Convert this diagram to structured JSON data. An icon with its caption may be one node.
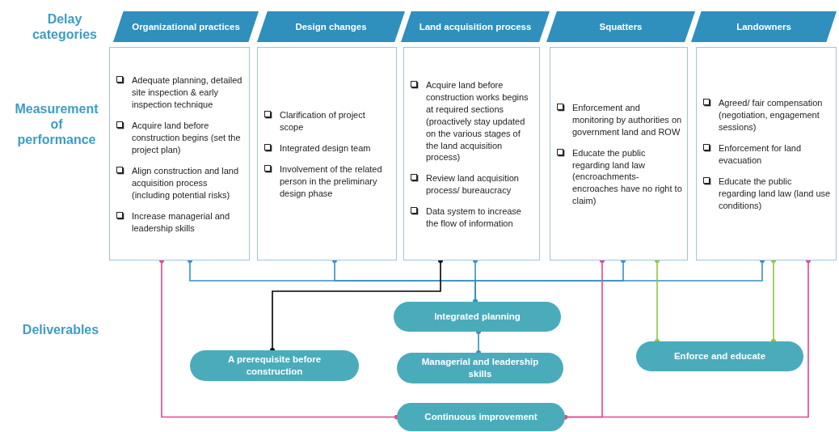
{
  "diagram": {
    "nodes": [
      {
        "text": [
          "Organizational practices"
        ]
      },
      {
        "text": [
          "Design changes"
        ]
      },
      {
        "text": [
          "Land acquisition process"
        ]
      },
      {
        "text": [
          "Squatters"
        ]
      },
      {
        "text": [
          "Landowners"
        ]
      },
      {
        "text": [
          "Adequate planning, detailed site inspection & early inspection technique",
          "Acquire land before construction begins (set the project plan)",
          "Align construction and land acquisition process (including potential risks)",
          "Increase managerial and leadership skills"
        ]
      },
      {
        "text": [
          "Clarification of project scope",
          "Integrated design team",
          "Involvement of the related person in the preliminary design phase"
        ]
      },
      {
        "text": [
          "Acquire land before construction works begins at required sections (proactively stay updated on the various stages of the land acquisition process)",
          "Review land acquisition process/ bureaucracy",
          "Data system to increase the flow of information"
        ]
      },
      {
        "text": [
          "Enforcement and monitoring by authorities on government land and ROW",
          "Educate the public regarding land law (encroachments-encroaches have no right to claim)"
        ]
      },
      {
        "text": [
          "Agreed/ fair compensation (negotiation, engagement sessions)",
          "Enforcement for land evacuation",
          "Educate the public regarding land law (land use conditions)"
        ]
      },
      {
        "text": [
          "Integrated planning"
        ]
      },
      {
        "text": [
          "A prerequisite before construction"
        ]
      },
      {
        "text": [
          "Managerial and leadership skills"
        ]
      },
      {
        "text": [
          "Enforce and educate"
        ]
      },
      {
        "text": [
          "Continuous improvement"
        ]
      }
    ],
    "edges": [
      {
        "from": 5,
        "to": 10,
        "arrow": "other"
      },
      {
        "from": 6,
        "to": 10,
        "arrow": "other"
      },
      {
        "from": 7,
        "to": 10,
        "arrow": "other"
      },
      {
        "from": 8,
        "to": 10,
        "arrow": "other"
      },
      {
        "from": 9,
        "to": 10,
        "arrow": "other"
      },
      {
        "from": 10,
        "to": 12,
        "arrow": "other"
      },
      {
        "from": 7,
        "to": 11,
        "arrow": "other",
        "color": "#000000"
      },
      {
        "from": 8,
        "to": 13,
        "arrow": "other",
        "color": "#8cc63f"
      },
      {
        "from": 9,
        "to": 13,
        "arrow": "other",
        "color": "#8cc63f"
      },
      {
        "from": 5,
        "to": 14,
        "arrow": "other",
        "color": "#e8458b"
      },
      {
        "from": 8,
        "to": 14,
        "arrow": "other",
        "color": "#e8458b"
      },
      {
        "from": 9,
        "to": 14,
        "arrow": "other",
        "color": "#e8458b"
      }
    ],
    "labels": [
      "Delay categories",
      "Measurement of performance",
      "Deliverables"
    ]
  }
}
